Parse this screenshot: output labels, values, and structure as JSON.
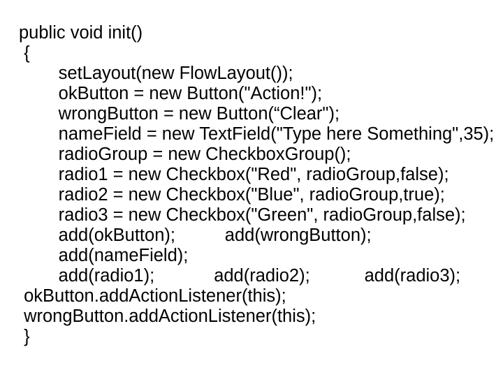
{
  "slide": {
    "background_color": "#ffffff",
    "text_color": "#000000",
    "content_type": "java-source-code",
    "code_lines": [
      "public void init()",
      " {",
      "        setLayout(new FlowLayout());",
      "        okButton = new Button(\"Action!\");",
      "        wrongButton = new Button(“Clear\");",
      "        nameField = new TextField(\"Type here Something\",35);",
      "        radioGroup = new CheckboxGroup();",
      "        radio1 = new Checkbox(\"Red\", radioGroup,false);",
      "        radio2 = new Checkbox(\"Blue\", radioGroup,true);",
      "        radio3 = new Checkbox(\"Green\", radioGroup,false);",
      "        add(okButton);          add(wrongButton);",
      "        add(nameField);",
      "        add(radio1);            add(radio2);           add(radio3);",
      " okButton.addActionListener(this);",
      " wrongButton.addActionListener(this);",
      " }"
    ]
  }
}
